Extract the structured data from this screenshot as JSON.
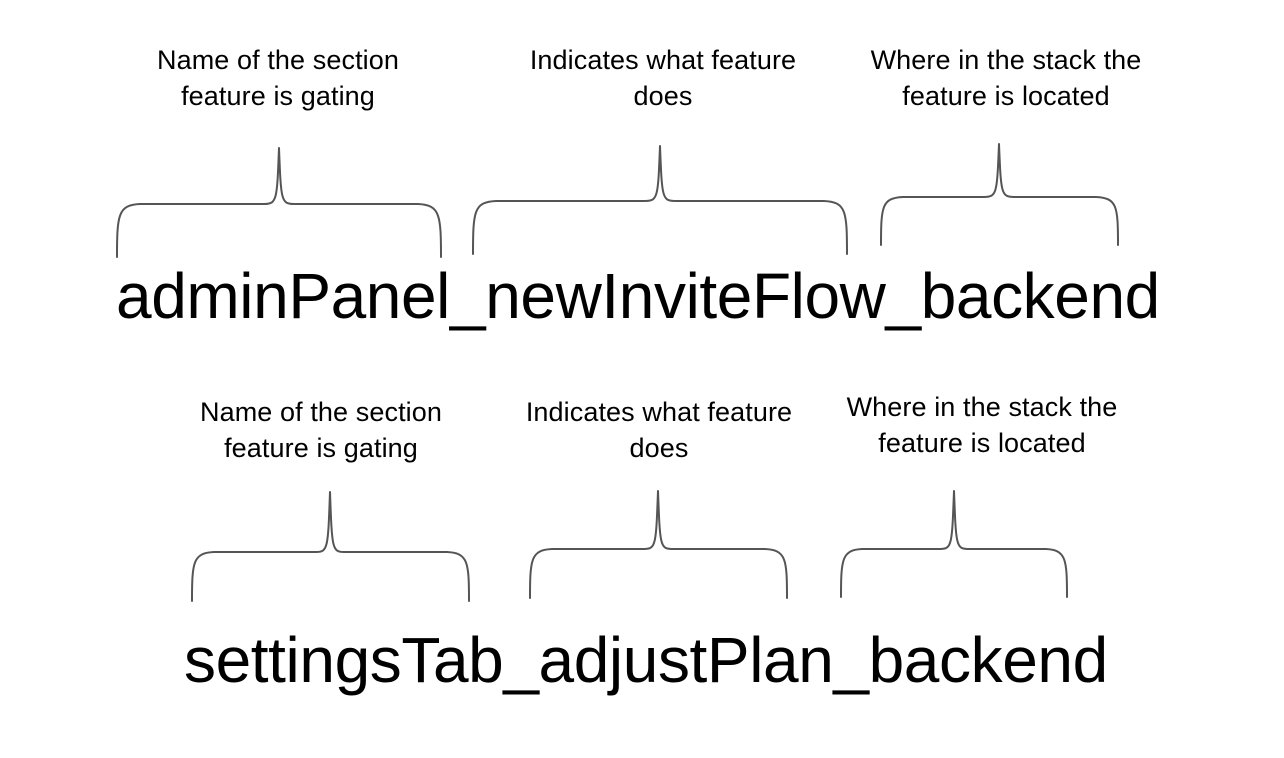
{
  "page": {
    "background_color": "#ffffff",
    "text_color": "#000000",
    "brace_color": "#555555"
  },
  "examples": [
    {
      "id": "example-top",
      "flag": "adminPanel_newInviteFlow_backend",
      "segments": [
        {
          "token": "adminPanel",
          "caption": "Name of the section\nfeature is gating"
        },
        {
          "token": "newInviteFlow",
          "caption": "Indicates what feature\ndoes"
        },
        {
          "token": "backend",
          "caption": "Where in the stack the\nfeature is located"
        }
      ]
    },
    {
      "id": "example-bottom",
      "flag": "settingsTab_adjustPlan_backend",
      "segments": [
        {
          "token": "settingsTab",
          "caption": "Name of the section\nfeature is gating"
        },
        {
          "token": "adjustPlan",
          "caption": "Indicates what feature\ndoes"
        },
        {
          "token": "backend",
          "caption": "Where in the stack the\nfeature is located"
        }
      ]
    }
  ]
}
